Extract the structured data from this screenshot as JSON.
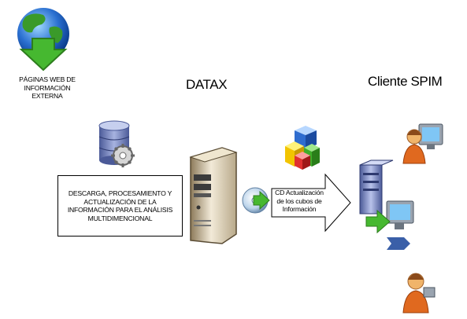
{
  "web_source": {
    "label_lines": [
      "PÁGINAS WEB DE",
      "INFORMACIÓN",
      "EXTERNA"
    ]
  },
  "server": {
    "title": "DATAX"
  },
  "client": {
    "title": "Cliente SPIM"
  },
  "process_box": {
    "lines": [
      "DESCARGA, PROCESAMIENTO Y",
      "ACTUALIZACIÓN DE LA",
      "INFORMACIÓN PARA EL ANÁLISIS",
      "MULTIDIMENCIONAL"
    ]
  },
  "cd_update": {
    "lines": [
      "CD Actualización",
      "de los cubos de",
      "Información"
    ]
  },
  "icons": [
    "globe-download-icon",
    "database-gear-icon",
    "server-tower-icon",
    "cd-icon",
    "cube-blocks-icon",
    "user-computer-icon",
    "client-server-icon"
  ],
  "colors": {
    "globe_green": "#3a9a2a",
    "globe_blue": "#2a6fd0",
    "arrow_green": "#46b830",
    "db_blue": "#6f7fb8",
    "user_orange": "#e0691f"
  }
}
